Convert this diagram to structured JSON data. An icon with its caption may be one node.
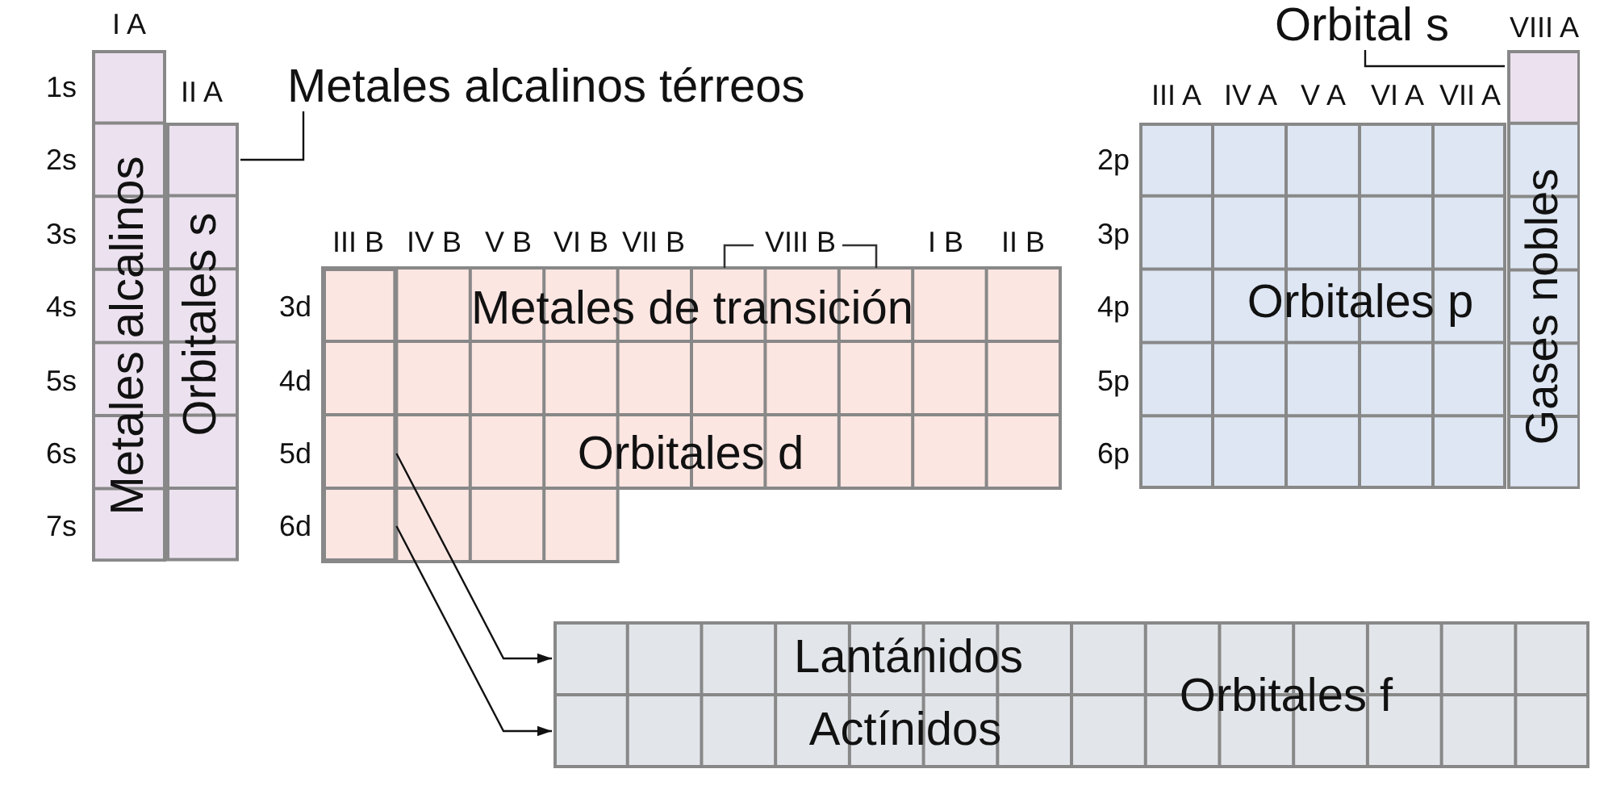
{
  "diagram": {
    "nodes": [
      {
        "text": [
          "Metales alcalinos"
        ]
      },
      {
        "text": [
          "Orbitales s"
        ]
      },
      {
        "text": [
          "Metales alcalinos térreos"
        ]
      },
      {
        "text": [
          "Orbital s"
        ]
      },
      {
        "text": [
          "Orbitales p"
        ]
      },
      {
        "text": [
          "Gases nobles"
        ]
      },
      {
        "text": [
          "Metales de transición",
          "Orbitales d"
        ]
      },
      {
        "text": [],
        "shape": "box",
        "in": 6
      },
      {
        "text": [
          "Lantánidos",
          "Orbitales f",
          "Actínidos"
        ]
      }
    ],
    "edges": [
      {
        "from": 2,
        "to": 1,
        "arrow": "none"
      },
      {
        "from": 3,
        "to": 5,
        "arrow": "none"
      },
      {
        "from": 7,
        "to": 8,
        "arrow": "to"
      },
      {
        "from": 7,
        "to": 8,
        "arrow": "to"
      }
    ],
    "labels": [
      "I A",
      "VIII A",
      "1s",
      "II A",
      "III A",
      "IV A",
      "V A",
      "VI A",
      "VII A",
      "2s",
      "2p",
      "3s",
      "III B",
      "IV B",
      "V B",
      "VI B",
      "VII B",
      "VIII B",
      "I B",
      "II B",
      "3p",
      "4s",
      "3d",
      "4p",
      "5s",
      "4d",
      "5p",
      "6s",
      "5d",
      "6p",
      "7s",
      "6d"
    ]
  }
}
